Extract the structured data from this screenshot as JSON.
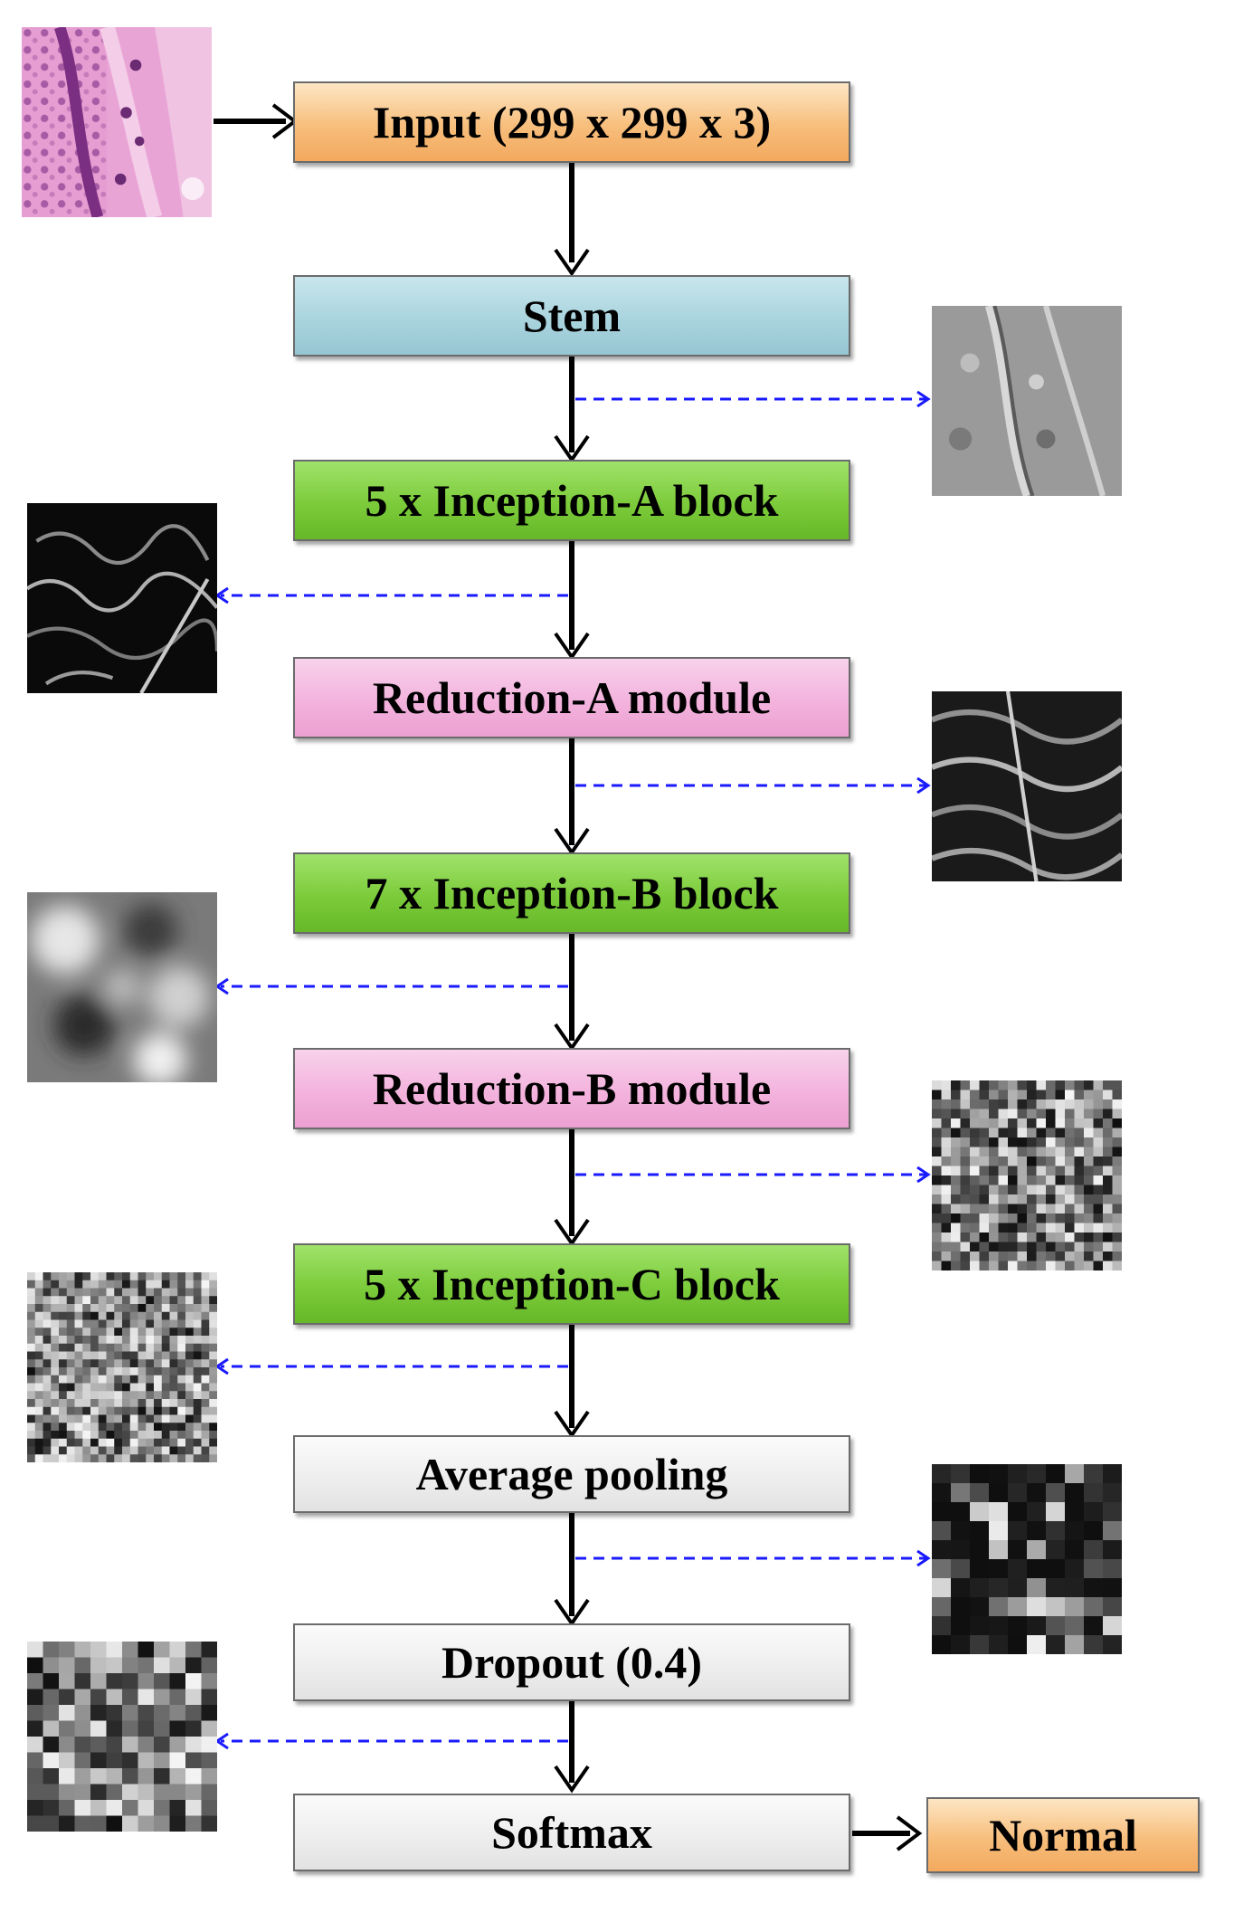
{
  "boxes": [
    {
      "id": "input",
      "label": "Input (299 x 299 x 3)",
      "color": "#f7be7c"
    },
    {
      "id": "stem",
      "label": "Stem",
      "color": "#a9d4de"
    },
    {
      "id": "inception_a",
      "label": "5 x Inception-A block",
      "color": "#7ccb3a"
    },
    {
      "id": "reduction_a",
      "label": "Reduction-A module",
      "color": "#f3b3dd"
    },
    {
      "id": "inception_b",
      "label": "7 x Inception-B block",
      "color": "#7ccb3a"
    },
    {
      "id": "reduction_b",
      "label": "Reduction-B module",
      "color": "#f3b3dd"
    },
    {
      "id": "inception_c",
      "label": "5 x Inception-C block",
      "color": "#7ccb3a"
    },
    {
      "id": "avg_pool",
      "label": "Average pooling",
      "color": "#eeeeee"
    },
    {
      "id": "dropout",
      "label": "Dropout (0.4)",
      "color": "#eeeeee"
    },
    {
      "id": "softmax",
      "label": "Softmax",
      "color": "#eeeeee"
    }
  ],
  "output": {
    "label": "Normal",
    "color": "#f7be7c"
  },
  "colors": {
    "flow_arrow": "#000000",
    "feature_arrow": "#1a1aff"
  }
}
